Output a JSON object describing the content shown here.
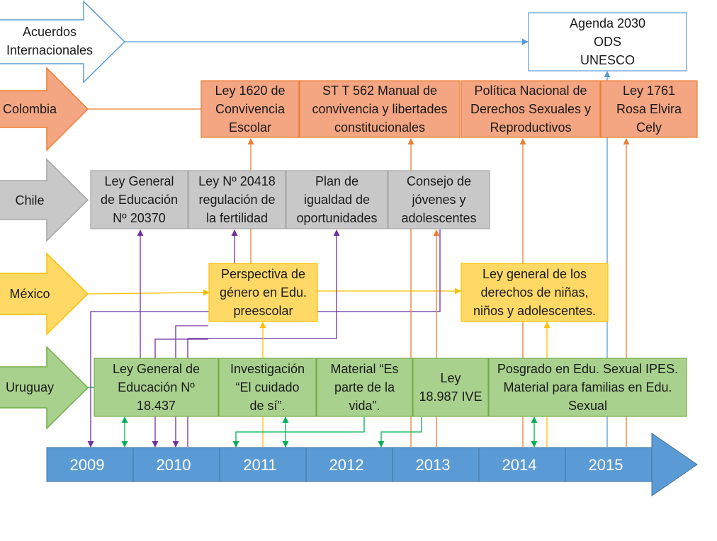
{
  "countries": [
    {
      "key": "acuerdos",
      "lines": [
        "Acuerdos",
        "Internacionales"
      ],
      "fill": "#ffffff",
      "stroke": "#5b9bd5"
    },
    {
      "key": "colombia",
      "lines": [
        "Colombia"
      ],
      "fill": "#f4a582",
      "stroke": "#ed7d31"
    },
    {
      "key": "chile",
      "lines": [
        "Chile"
      ],
      "fill": "#c8c8c8",
      "stroke": "#a5a5a5"
    },
    {
      "key": "mexico",
      "lines": [
        "México"
      ],
      "fill": "#ffd966",
      "stroke": "#ffc000"
    },
    {
      "key": "uruguay",
      "lines": [
        "Uruguay"
      ],
      "fill": "#a9d18e",
      "stroke": "#70ad47"
    }
  ],
  "years": [
    "2009",
    "2010",
    "2011",
    "2012",
    "2013",
    "2014",
    "2015"
  ],
  "events": {
    "agenda": [
      "Agenda 2030",
      "ODS",
      "UNESCO"
    ],
    "col_ley1620": [
      "Ley 1620 de",
      "Convivencia",
      "Escolar"
    ],
    "col_st562": [
      "ST T 562 Manual de",
      "convivencia y libertades",
      "constitucionales"
    ],
    "col_politica": [
      "Política Nacional de",
      "Derechos Sexuales y",
      "Reproductivos"
    ],
    "col_ley1761": [
      "Ley 1761",
      "Rosa Elvira",
      "Cely"
    ],
    "chi_ley20370": [
      "Ley General",
      "de Educación",
      "Nº 20370"
    ],
    "chi_ley20418": [
      "Ley Nº 20418",
      "regulación de",
      "la fertilidad"
    ],
    "chi_plan": [
      "Plan de",
      "igualdad de",
      "oportunidades"
    ],
    "chi_consejo": [
      "Consejo de",
      "jóvenes y",
      "adolescentes"
    ],
    "mex_perspectiva": [
      "Perspectiva de",
      "género en Edu.",
      "preescolar"
    ],
    "mex_ley": [
      "Ley general de los",
      "derechos de niñas,",
      "niños y adolescentes."
    ],
    "uru_ley18437": [
      "Ley General de",
      "Educación Nº",
      "18.437"
    ],
    "uru_investigacion": [
      "Investigación",
      "“El cuidado",
      "de sí”."
    ],
    "uru_material": [
      "Material “Es",
      "parte de la",
      "vida”."
    ],
    "uru_ley18987": [
      "Ley",
      "18.987 IVE"
    ],
    "uru_posgrado": [
      "Posgrado en Edu. Sexual IPES.",
      "Material para familias en Edu.",
      "Sexual"
    ]
  },
  "colors": {
    "timeline_fill": "#5b9bd5",
    "timeline_stroke": "#41719c",
    "international": "#5b9bd5",
    "colombia": "#ed7d31",
    "chile_link": "#7030a0",
    "mexico": "#ffc000",
    "uruguay": "#00b050"
  }
}
